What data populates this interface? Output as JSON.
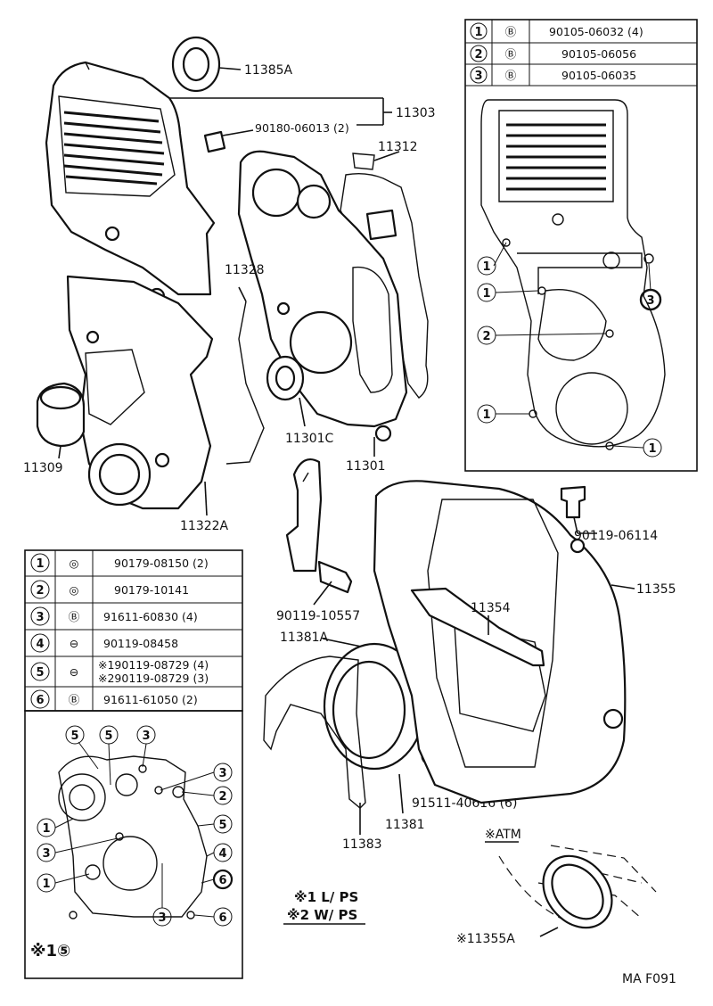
{
  "part_labels": {
    "p11385A": "11385A",
    "p11303": "11303",
    "p90180": "90180-06013 (2)",
    "p11312": "11312",
    "p11328": "11328",
    "p11309": "11309",
    "p11322A": "11322A",
    "p11301C": "11301C",
    "p11301": "11301",
    "p90119_06114": "90119-06114",
    "p11355": "11355",
    "p90119_10557": "90119-10557",
    "p11354": "11354",
    "p11381A": "11381A",
    "p91511": "91511-40616 (6)",
    "p11383": "11383",
    "p11381": "11381",
    "atm": "※ATM",
    "p11355A": "※11355A",
    "note_b": "Ⓑ"
  },
  "top_table": [
    {
      "idx": "1",
      "sym": "Ⓑ",
      "part": "90105-06032 (4)"
    },
    {
      "idx": "2",
      "sym": "Ⓑ",
      "part": "90105-06056"
    },
    {
      "idx": "3",
      "sym": "Ⓑ",
      "part": "90105-06035"
    }
  ],
  "bottom_table": [
    {
      "idx": "1",
      "sym": "◎",
      "part": "90179-08150 (2)"
    },
    {
      "idx": "2",
      "sym": "◎",
      "part": "90179-10141"
    },
    {
      "idx": "3",
      "sym": "Ⓑ",
      "part": "91611-60830 (4)"
    },
    {
      "idx": "4",
      "sym": "⊖",
      "part": "90119-08458"
    },
    {
      "idx": "5",
      "sym": "⊖",
      "part": "※190119-08729 (4)",
      "part2": "※290119-08729 (3)"
    },
    {
      "idx": "6",
      "sym": "Ⓑ",
      "part": "91611-61050 (2)"
    }
  ],
  "top_callouts": [
    "1",
    "1",
    "2",
    "1",
    "1",
    "3"
  ],
  "bottom_callouts": [
    "5",
    "5",
    "3",
    "3",
    "2",
    "1",
    "3",
    "5",
    "4",
    "1",
    "6",
    "6",
    "3"
  ],
  "bottom_note": "※1⑤",
  "legend": {
    "line1": "※1 L/ PS",
    "line2": "※2 W/ PS"
  },
  "footer_code": "MA  F091"
}
